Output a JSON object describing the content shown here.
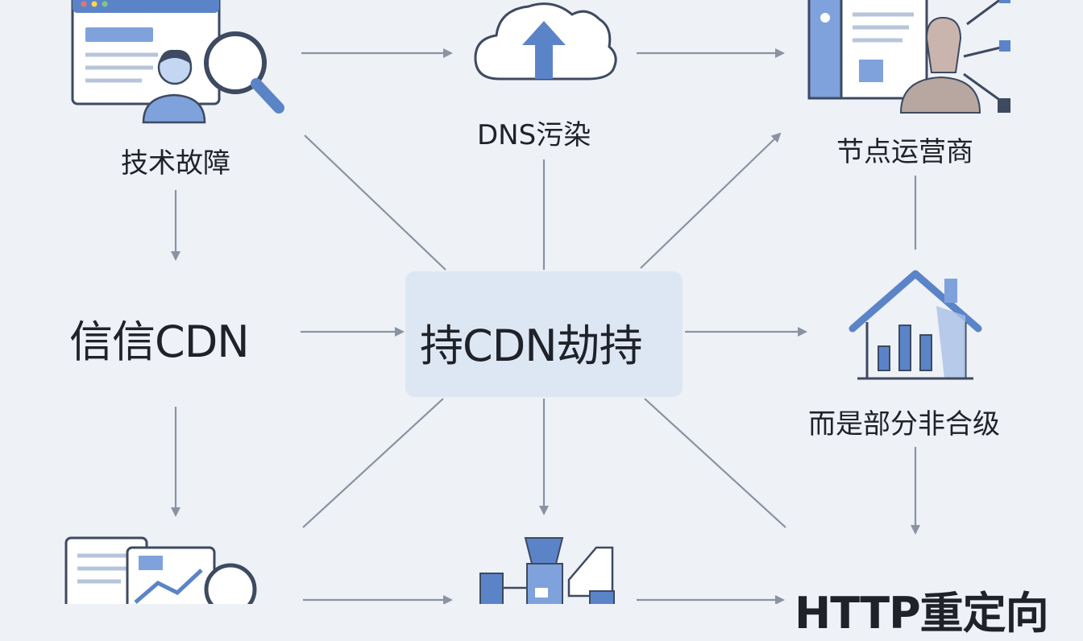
{
  "nodes": {
    "tech_failure": "技术故障",
    "dns_pollution": "DNS污染",
    "node_operator": "节点运营商",
    "xinxin_cdn": "信信CDN",
    "center": "持CDN劫持",
    "non_compliant": "而是部分非合级",
    "http_redirect": "HTTP重定向"
  },
  "icons": {
    "tech_failure": "browser-user-magnifier-icon",
    "dns_pollution": "cloud-upload-icon",
    "node_operator": "server-person-network-icon",
    "non_compliant": "house-bar-chart-icon",
    "bottom_left": "document-chart-magnifier-icon",
    "bottom_center": "network-devices-icon"
  },
  "colors": {
    "background": "#eef1f6",
    "accent": "#5b84c8",
    "accent_light": "#a9c1e6",
    "arrow": "#8a93a3",
    "center_box": "#dde7f4",
    "text": "#1f2228"
  }
}
